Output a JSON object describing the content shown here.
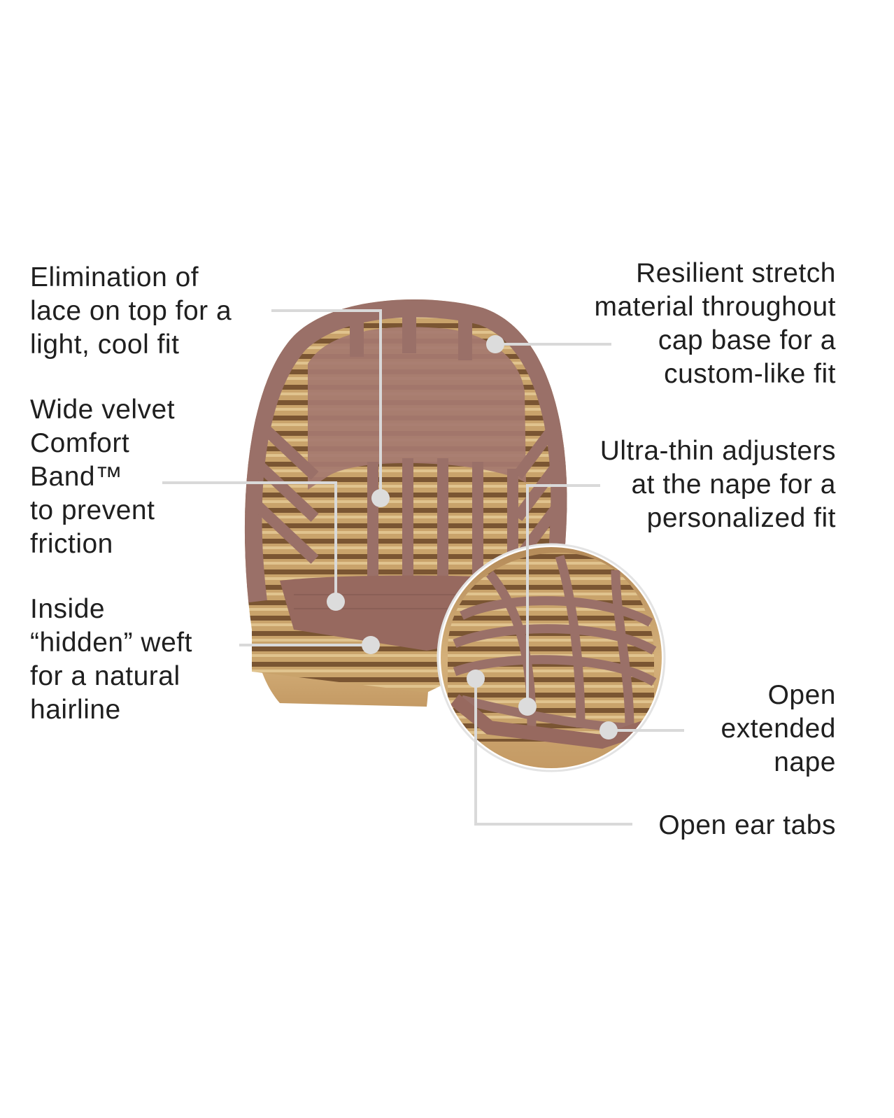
{
  "callouts": {
    "lace_top": "Elimination of\nlace on top for a\nlight, cool fit",
    "velvet_band": "Wide velvet\nComfort\nBand™\nto prevent\nfriction",
    "hidden_weft": "Inside\n“hidden” weft\nfor a natural\nhairline",
    "stretch_material": "Resilient stretch\nmaterial throughout\ncap base for a\ncustom-like fit",
    "adjusters": "Ultra-thin adjusters\nat the nape for a\npersonalized fit",
    "extended_nape": "Open\nextended\nnape",
    "ear_tabs": "Open ear tabs"
  },
  "colors": {
    "cap_band": "#9a7068",
    "hair_light": "#c9a36b",
    "hair_dark": "#6b4a2c",
    "leader_line": "#d9d9d9",
    "text": "#1f1f1f"
  },
  "icons": {
    "main_cap": "wig-cap-interior-image",
    "inset_cap": "wig-cap-nape-inset-image"
  }
}
